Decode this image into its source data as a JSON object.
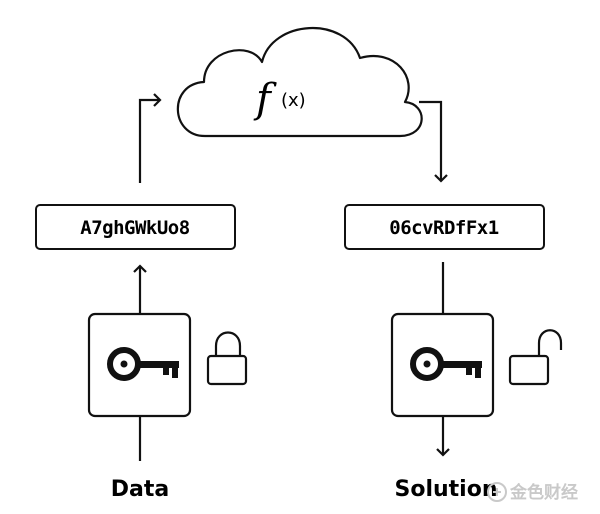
{
  "cloud": {
    "function_symbol": "f",
    "function_arg": "(x)"
  },
  "encrypted_box": {
    "text": "A7ghGWkUo8"
  },
  "decrypted_box": {
    "text": "06cvRDfFx1"
  },
  "labels": {
    "left": "Data",
    "right": "Solution"
  },
  "icons": {
    "left_key": "key-icon",
    "left_lock": "lock-closed-icon",
    "right_key": "key-icon",
    "right_lock": "lock-open-icon"
  },
  "watermark": {
    "text": "金色财经"
  },
  "colors": {
    "stroke": "#111111",
    "background": "#ffffff",
    "watermark": "#c9c9c9"
  }
}
